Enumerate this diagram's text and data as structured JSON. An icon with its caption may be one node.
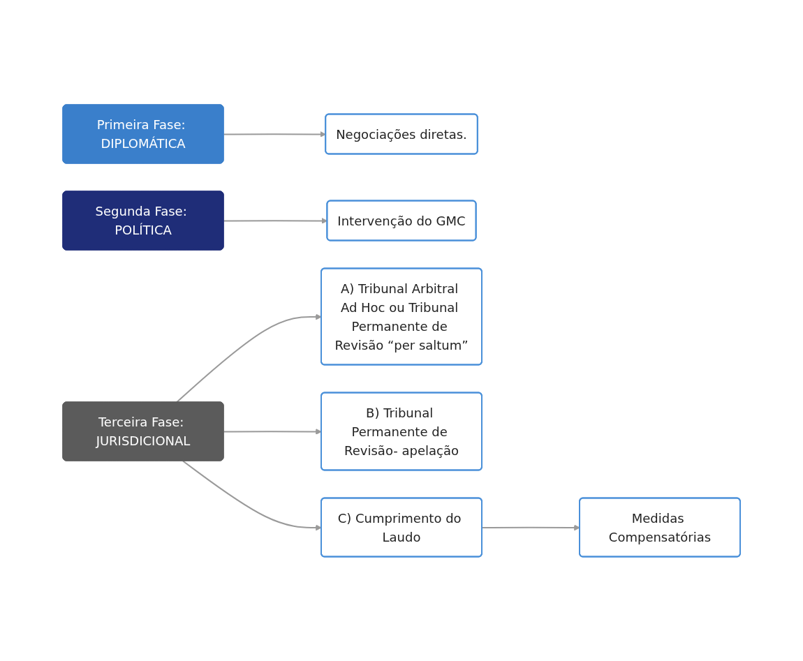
{
  "diagram": {
    "nodes": [
      {
        "text": [
          "Primeira Fase: DIPLOMÁTICA"
        ]
      },
      {
        "text": [
          "Negociações diretas."
        ]
      },
      {
        "text": [
          "Segunda Fase: POLÍTICA"
        ]
      },
      {
        "text": [
          "Intervenção do GMC"
        ]
      },
      {
        "text": [
          "Terceira Fase: JURISDICIONAL"
        ]
      },
      {
        "text": [
          "A) Tribunal Arbitral Ad Hoc ou Tribunal Permanente de Revisão “per saltum”"
        ]
      },
      {
        "text": [
          "B) Tribunal Permanente de Revisão- apelação"
        ]
      },
      {
        "text": [
          "C) Cumprimento do Laudo"
        ]
      },
      {
        "text": [
          "Medidas Compensatórias"
        ]
      }
    ],
    "edges": [
      {
        "from": 0,
        "to": 1,
        "arrow": "to"
      },
      {
        "from": 2,
        "to": 3,
        "arrow": "to"
      },
      {
        "from": 4,
        "to": 5,
        "arrow": "to"
      },
      {
        "from": 4,
        "to": 6,
        "arrow": "to"
      },
      {
        "from": 4,
        "to": 7,
        "arrow": "to"
      },
      {
        "from": 7,
        "to": 8,
        "arrow": "to"
      }
    ]
  }
}
